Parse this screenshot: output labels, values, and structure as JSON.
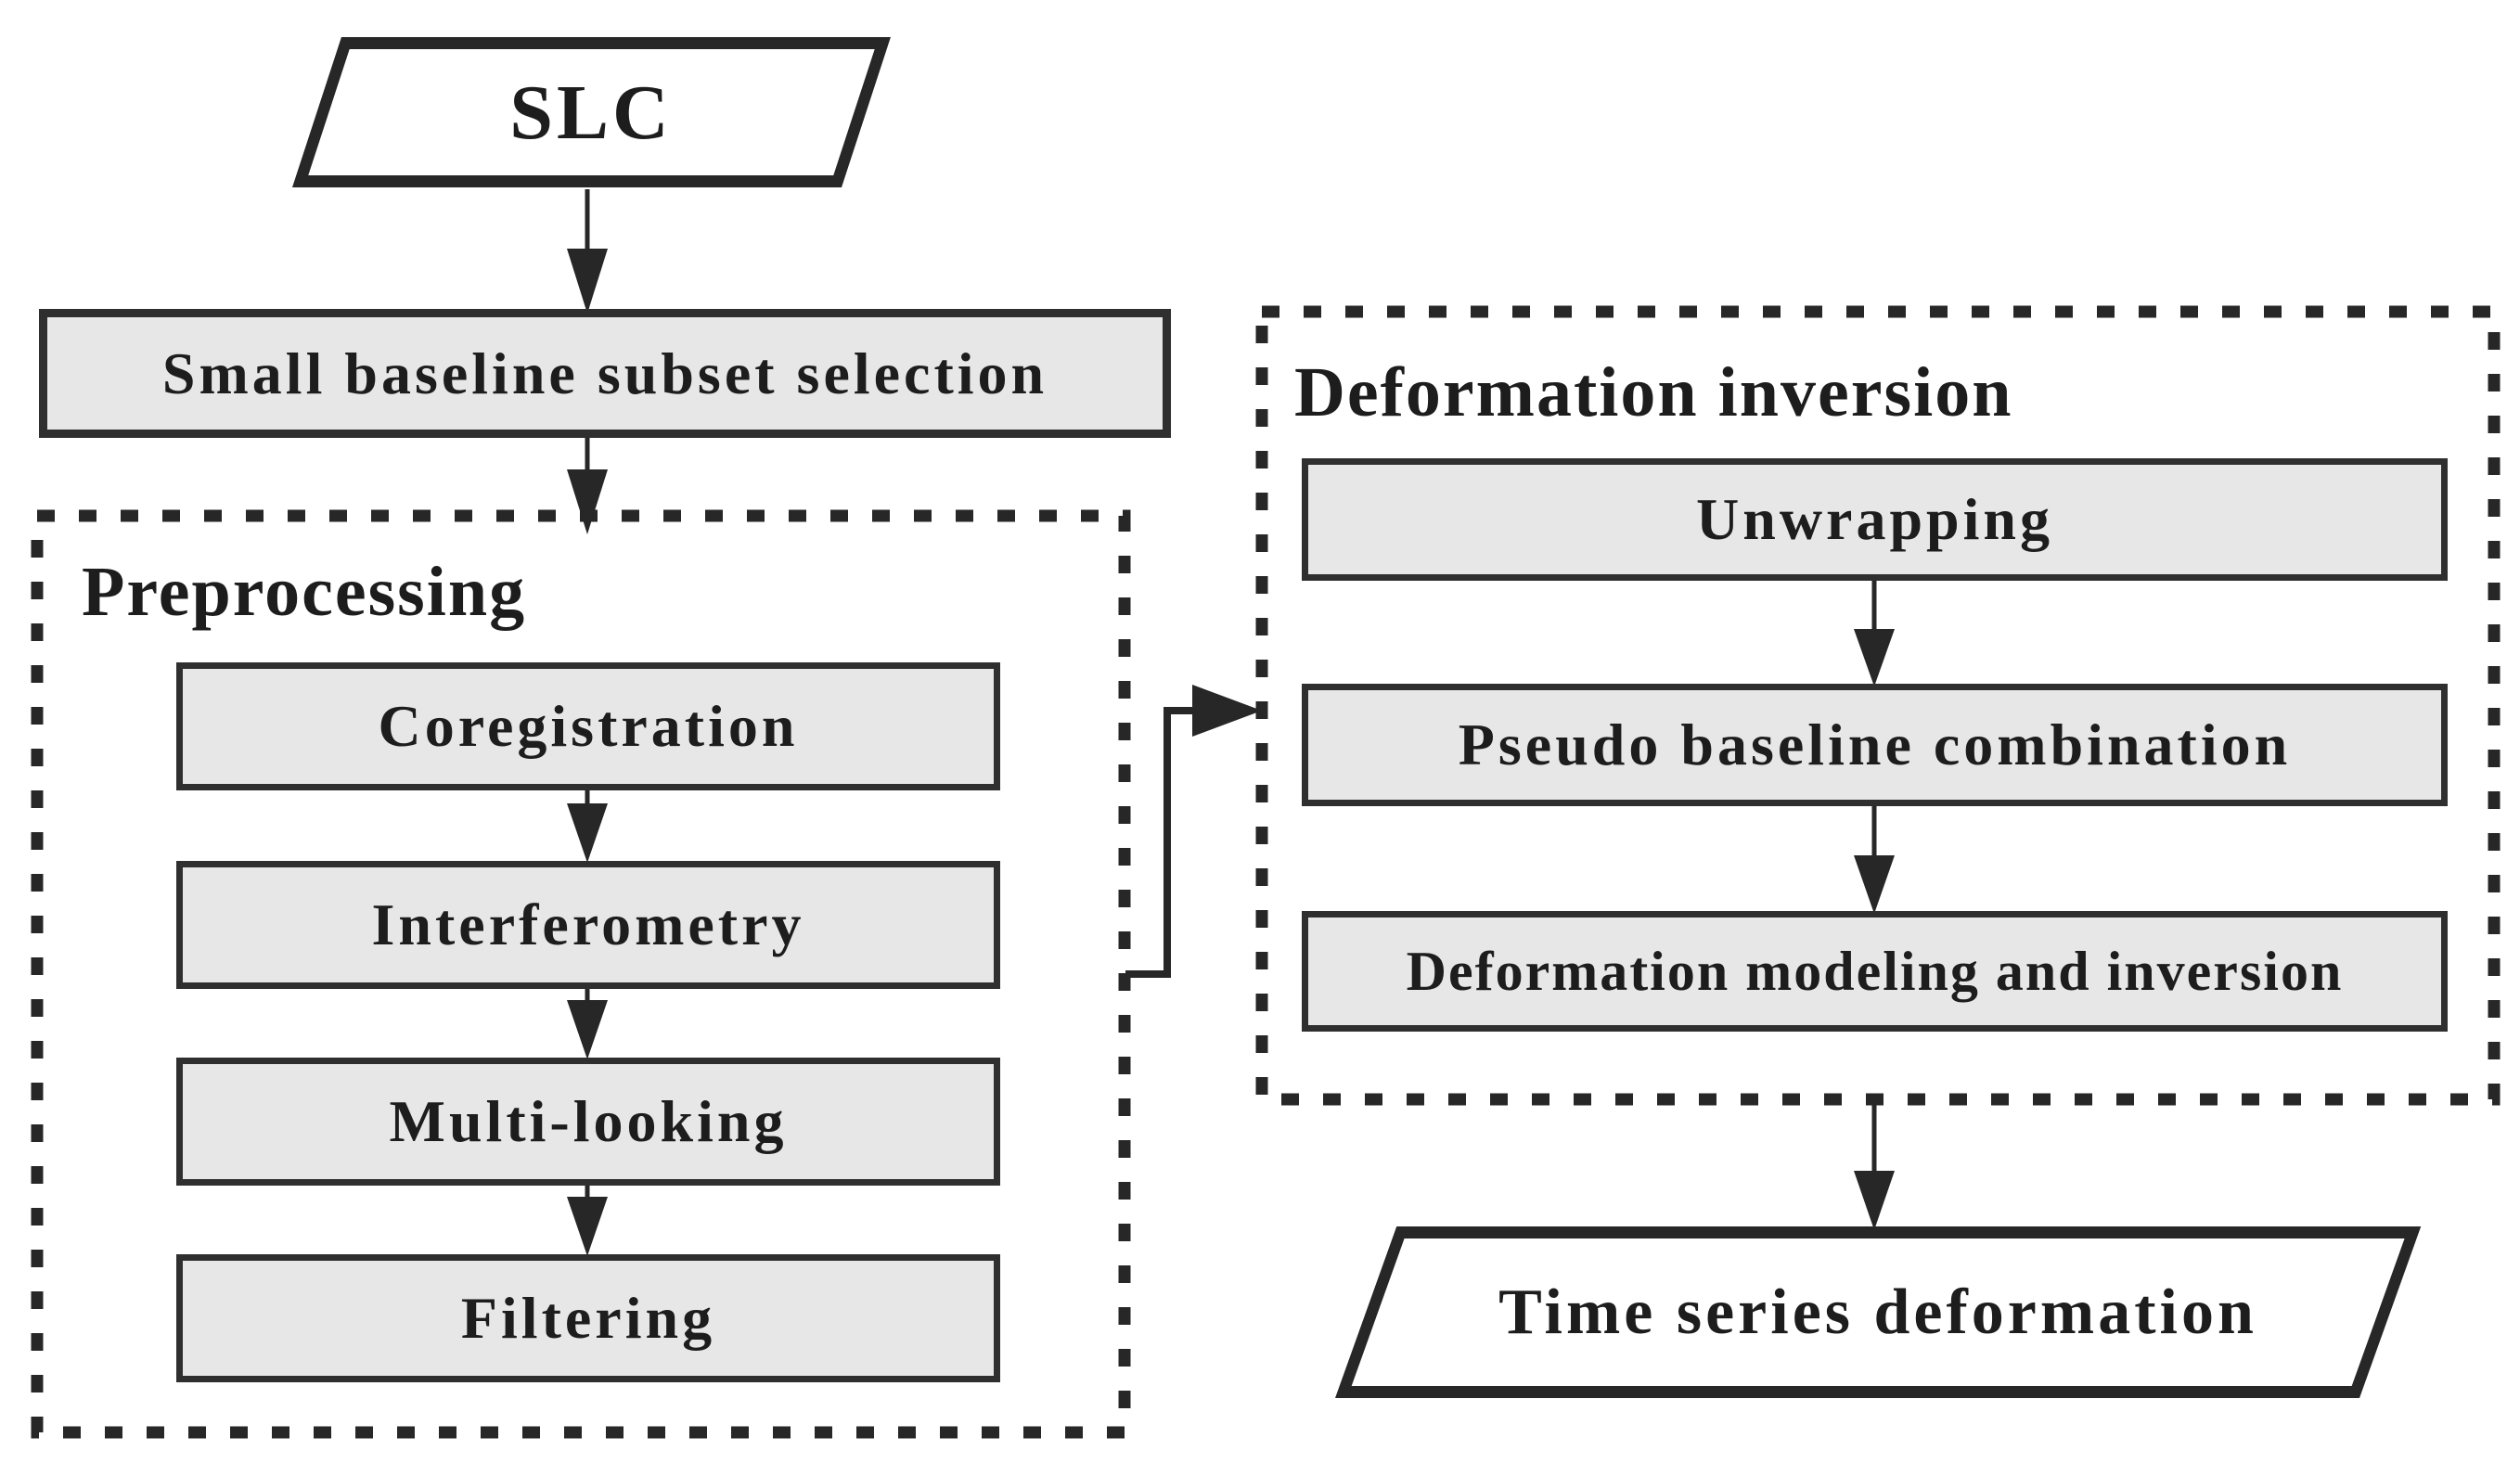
{
  "diagram": {
    "type": "flowchart",
    "title": "SBAS-InSAR time series deformation processing flow",
    "colors": {
      "background": "#ffffff",
      "process_fill": "#e7e7e7",
      "process_border": "#2f2f2f",
      "line": "#272727",
      "text": "#1d1d1d"
    },
    "nodes": {
      "slc": {
        "label": "SLC",
        "shape": "parallelogram"
      },
      "sbas": {
        "label": "Small baseline subset selection",
        "shape": "process"
      },
      "preprocessing_group": {
        "label": "Preprocessing",
        "shape": "dashed-group"
      },
      "coregistration": {
        "label": "Coregistration",
        "shape": "process"
      },
      "interferometry": {
        "label": "Interferometry",
        "shape": "process"
      },
      "multilooking": {
        "label": "Multi-looking",
        "shape": "process"
      },
      "filtering": {
        "label": "Filtering",
        "shape": "process"
      },
      "deformation_group": {
        "label": "Deformation inversion",
        "shape": "dashed-group"
      },
      "unwrapping": {
        "label": "Unwrapping",
        "shape": "process"
      },
      "pseudo_baseline": {
        "label": "Pseudo baseline combination",
        "shape": "process"
      },
      "deformation_modeling": {
        "label": "Deformation modeling and inversion",
        "shape": "process"
      },
      "time_series": {
        "label": "Time series deformation",
        "shape": "parallelogram"
      }
    },
    "edges": [
      {
        "from": "slc",
        "to": "sbas"
      },
      {
        "from": "sbas",
        "to": "preprocessing_group"
      },
      {
        "from": "coregistration",
        "to": "interferometry"
      },
      {
        "from": "interferometry",
        "to": "multilooking"
      },
      {
        "from": "multilooking",
        "to": "filtering"
      },
      {
        "from": "preprocessing_group",
        "to": "deformation_group"
      },
      {
        "from": "unwrapping",
        "to": "pseudo_baseline"
      },
      {
        "from": "pseudo_baseline",
        "to": "deformation_modeling"
      },
      {
        "from": "deformation_group",
        "to": "time_series"
      }
    ]
  }
}
